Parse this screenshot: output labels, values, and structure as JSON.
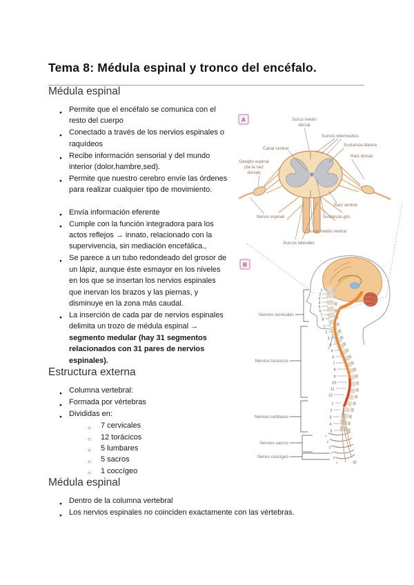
{
  "title": "Tema 8: Médula espinal y tronco del encéfalo.",
  "sections": {
    "medula1": {
      "heading": "Médula espinal",
      "group1": [
        "Permite que el encéfalo se comunica con el resto del cuerpo",
        "Conectado a través de los nervios espinales o raquídeos",
        "Recibe información sensorial y del mundo interior (dolor,hambre,sed).",
        "Permite que nuestro cerebro envíe las órdenes para realizar cualquier tipo de movimiento."
      ],
      "group2": [
        "Envía información eferente",
        "Cumple con la función integradora para los actos reflejos → innato, relacionado con la supervivencia, sin mediación encefálica.,",
        "Se parece a un tubo redondeado del grosor de un lápiz, aunque éste esmayor en los niveles en los que se insertan los nervios espinales que inervan los brazos y las piernas, y disminuye en la zona más caudal."
      ],
      "last": {
        "pre": "La inserción de cada par de nervios espinales delimita un trozo de médula espinal → ",
        "bold": "segmento medular (hay 31 segmentos relacionados con 31 pares de nervios espinales)."
      }
    },
    "estructura": {
      "heading": "Estructura externa",
      "items": [
        "Columna vertebral:",
        "Formada por vértebras",
        "Divididas en:"
      ],
      "subitems": [
        "7 cervicales",
        "12 torácicos",
        "5 lumbares",
        "5 sacros",
        "1 coccígeo"
      ]
    },
    "medula2": {
      "heading": "Médula espinal",
      "items": [
        "Dentro de la columna vertebral",
        "Los nervios espinales no coinciden exactamente con las vértebras."
      ]
    }
  },
  "figure": {
    "panels": {
      "a": "A",
      "b": "B"
    },
    "cross_section": {
      "surco_medio_dorsal": [
        "Surco medio",
        "dorsal"
      ],
      "surcos_intermedios": "Surcos intermedios",
      "canal_central": "Canal central",
      "sustancia_blanca": "Sustancia blanca",
      "ganglio_espinal": [
        "Ganglio espinal",
        "(de la raíz",
        "dorsal)"
      ],
      "raiz_dorsal": "Raíz dorsal",
      "raiz_ventral": "Raíz ventral",
      "nervio_espinal": "Nervio espinal",
      "sustancia_gris": "Sustancia gris",
      "surco_medio_ventral": "Surco medio ventral",
      "surcos_laterales": "Surcos laterales"
    },
    "spine": {
      "cervicales": "Nervios cervicales",
      "toracicos": "Nervios torácicos",
      "lumbares": "Nervios lumbares",
      "sacros": "Nervios sacros",
      "coccigeo": "Nervio coccígeo",
      "numbers": {
        "cervical": [
          "1",
          "2",
          "3",
          "4",
          "5",
          "6",
          "7",
          "8"
        ],
        "thoracic": [
          "1",
          "2",
          "3",
          "4",
          "5",
          "6",
          "7",
          "8",
          "9",
          "10",
          "11",
          "12"
        ],
        "lumbar": [
          "1",
          "2",
          "3",
          "4",
          "5"
        ],
        "sacral": [
          "1",
          "2",
          "3",
          "4",
          "5"
        ],
        "coccygeal": [
          "1"
        ]
      }
    },
    "colors": {
      "tissue": "#f5ddb8",
      "tissue_dark": "#edc394",
      "gray_matter": "#c3c3c9",
      "brain": "#f2c992",
      "cerebellum": "#cf6a4e",
      "thalamus": "#92badc",
      "cord": "#e8883c",
      "highlight": "#d9472b",
      "ganglion": "#f2cfa0"
    }
  }
}
